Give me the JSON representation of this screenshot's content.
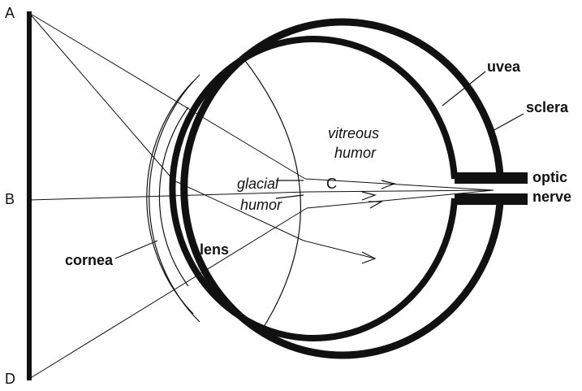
{
  "labels": {
    "point_a": "A",
    "point_b": "B",
    "point_c": "C",
    "point_d": "D",
    "uvea": "uvea",
    "sclera": "sclera",
    "optic_line1": "optic",
    "optic_line2": "nerve",
    "vitreous_line1": "vitreous",
    "vitreous_line2": "humor",
    "glacial_line1": "glacial",
    "glacial_line2": "humor",
    "cornea": "cornea",
    "lens": "lens"
  }
}
